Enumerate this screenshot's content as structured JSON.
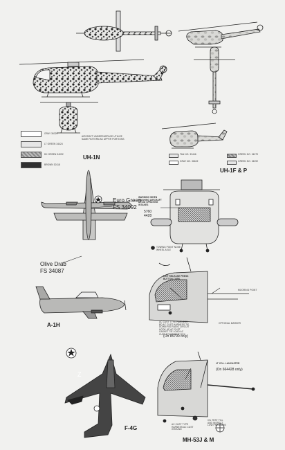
{
  "uh1n": {
    "caption": "UH-1N",
    "legend": [
      {
        "label": "GRAY 36320",
        "fill": "white"
      },
      {
        "label": "LT GREEN 34424",
        "fill": "light"
      },
      {
        "label": "DK GREEN 34092",
        "fill": "pattern"
      },
      {
        "label": "BROWN 30118",
        "fill": "dark"
      }
    ],
    "note": "AIRCRAFT UNDERSURFACE UTILIZE SAME PATTERN AS UPPER PORTIONS"
  },
  "uh1fp": {
    "caption": "UH-1F & P",
    "legend": [
      "TAN NO. 33446",
      "GREEN NO. 34079",
      "GRAY NO. 36622",
      "GREEN NO. 34092"
    ]
  },
  "a1h": {
    "caption": "A-1H",
    "color1": "Euro Green",
    "color1_fs": "FS 34092",
    "color2": "Olive Drab",
    "color2_fs": "FS 34087"
  },
  "f4g": {
    "caption": "F-4G"
  },
  "mh53": {
    "caption": "MH-53J & M",
    "warning": "WARNING WHEN WASHING AIRCRAFT AVOID SPRAYING INTAKES",
    "num1": "5760",
    "num2": "4428",
    "towing": "TOWING POINT NOSE WHEEL AXLE",
    "exit": "EXIT RELEASE PRESS BUTTON TURN",
    "mooring": "MOORING POINT",
    "caution": "AC CUST TYPE HARNESS BD AC CUST HARNESS TIE DOWN RIG RADIO CIRCUIT HOOK UP AC CUST GASKET TIE LOAD AC CUST EQUIPMENT BOX",
    "on_85790": "(On 85790 only)",
    "opt_marker": "OPTIONAL MARKER",
    "lt_col": "LT COL. LANCASTER",
    "on_664428": "(On 664428 only)",
    "mid_bottom": "AC CUST TYPE HARNESS AC CUST GROUND",
    "bottom_note": "OIL TEST FILL AND INSPECT LOW PRESSURE"
  }
}
